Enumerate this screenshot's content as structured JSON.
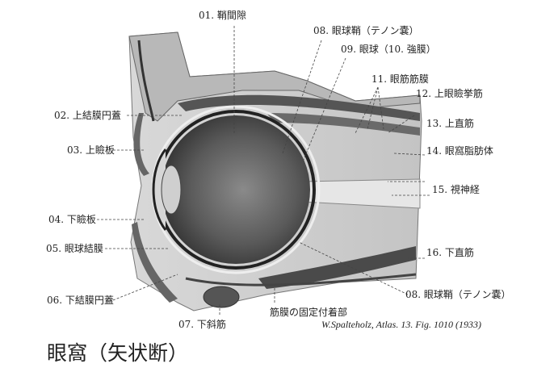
{
  "labels": {
    "l01": "01. 鞘間隙",
    "l08a": "08. 眼球鞘（テノン嚢）",
    "l09": "09. 眼球（10. 強膜）",
    "l11": "11. 眼筋筋膜",
    "l12": "12. 上眼瞼挙筋",
    "l13": "13. 上直筋",
    "l14": "14. 眼窩脂肪体",
    "l15": "15. 視神経",
    "l16": "16. 下直筋",
    "l08b": "08. 眼球鞘（テノン嚢）",
    "lfix": "筋膜の固定付着部",
    "l07": "07. 下斜筋",
    "l06": "06. 下結膜円蓋",
    "l05": "05. 眼球結膜",
    "l04": "04. 下瞼板",
    "l03": "03. 上瞼板",
    "l02": "02. 上結膜円蓋"
  },
  "title": "眼窩（矢状断）",
  "citation": "W.Spalteholz, Atlas. 13. Fig. 1010 (1933)"
}
